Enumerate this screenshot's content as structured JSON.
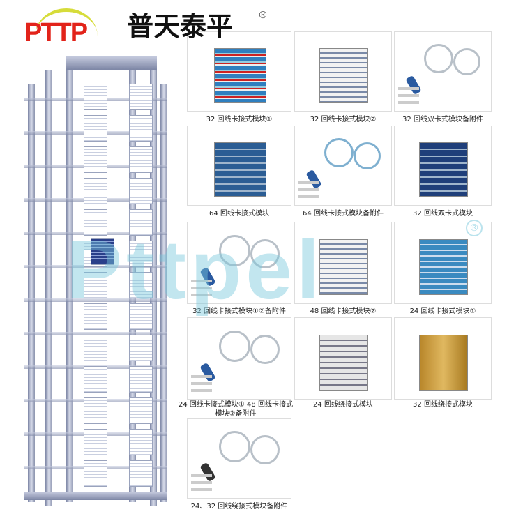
{
  "logo": {
    "latin": "PTTP",
    "chinese": "普天泰平",
    "registered": "®"
  },
  "watermark": {
    "text": "Pttpel",
    "registered": "®"
  },
  "products": [
    {
      "caption": "32 回线卡接式模块①",
      "kind": "blue-stack"
    },
    {
      "caption": "32 回线卡接式模块②",
      "kind": "gray-stack"
    },
    {
      "caption": "32 回线双卡式模块备附件",
      "kind": "cables-gray"
    },
    {
      "caption": "64 回线卡接式模块",
      "kind": "blue-door"
    },
    {
      "caption": "64 回线卡接式模块备附件",
      "kind": "cables-blue"
    },
    {
      "caption": "32 回线双卡式模块",
      "kind": "blue-door-wide"
    },
    {
      "caption": "32 回线卡接式模块①②备附件",
      "kind": "cables-gray"
    },
    {
      "caption": "48 回线卡接式模块②",
      "kind": "gray-stack"
    },
    {
      "caption": "24 回线卡接式模块①",
      "kind": "blue-box"
    },
    {
      "caption": "24 回线卡接式模块① 48 回线卡接式模块②备附件",
      "kind": "cables-gray"
    },
    {
      "caption": "24 回线绕接式模块",
      "kind": "gray-box"
    },
    {
      "caption": "32 回线绕接式模块",
      "kind": "gold-box"
    },
    {
      "caption": "24、32 回线绕接式模块备附件",
      "kind": "tools"
    }
  ]
}
